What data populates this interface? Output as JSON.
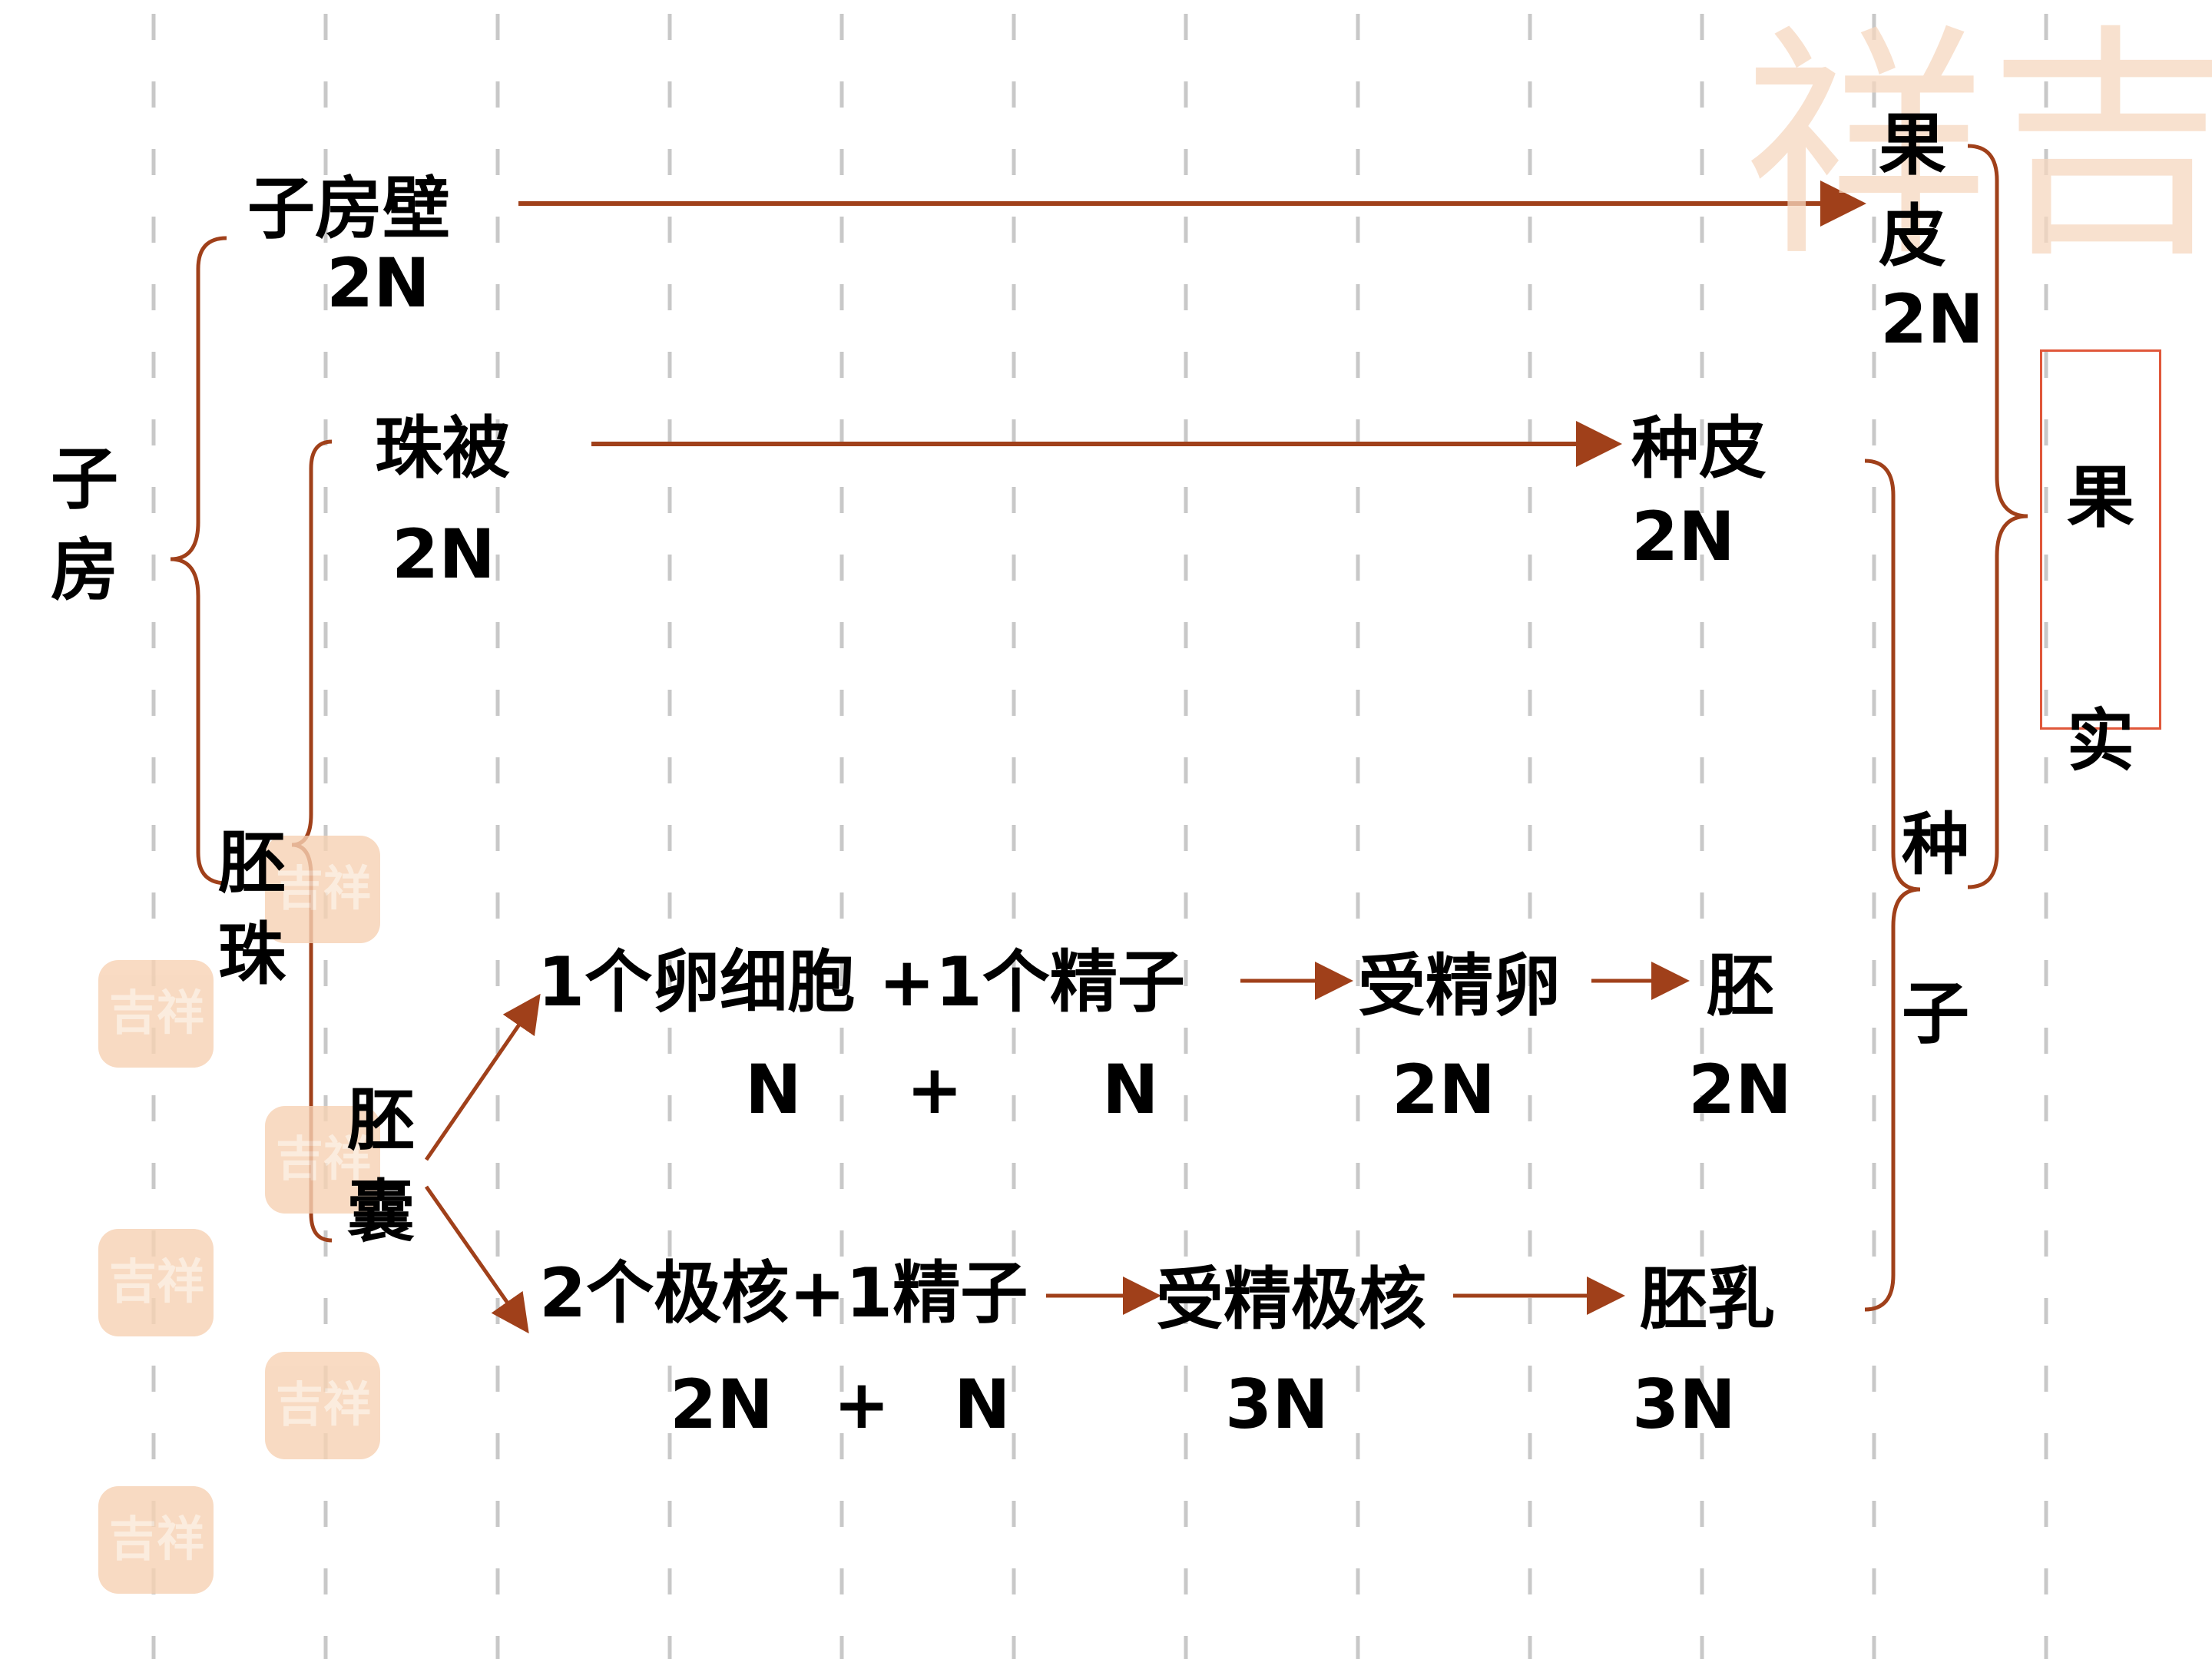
{
  "watermark": {
    "text": "吉祥"
  },
  "stamps": [
    {
      "text": "吉祥"
    },
    {
      "text": "吉祥"
    },
    {
      "text": "吉祥"
    },
    {
      "text": "吉祥"
    },
    {
      "text": "吉祥"
    },
    {
      "text": "吉祥"
    }
  ],
  "colors": {
    "arrow": "#a0401a",
    "brace": "#a0401a",
    "grid": "#c8c8c8",
    "box": "#e0573a"
  },
  "labels": {
    "ovary": "子房",
    "ovary_wall": "子房壁",
    "ovary_wall_ploidy": "2N",
    "integument": "珠被",
    "integument_ploidy": "2N",
    "ovule": "胚珠",
    "embryo_sac": "胚囊",
    "pericarp": "果皮",
    "pericarp_ploidy": "2N",
    "seed_coat": "种皮",
    "seed_coat_ploidy": "2N",
    "seed": "种子",
    "fruit": "果实",
    "egg_eq": "1个卵细胞 +1个精子",
    "egg_ploidy_a": "N",
    "egg_plus": "+",
    "egg_ploidy_b": "N",
    "zygote": "受精卵",
    "zygote_ploidy": "2N",
    "embryo": "胚",
    "embryo_ploidy": "2N",
    "polar_eq": "2个极核+1精子",
    "polar_ploidy_a": "2N",
    "polar_plus": "+",
    "polar_ploidy_b": "N",
    "fertilized_polar": "受精极核",
    "fertilized_polar_ploidy": "3N",
    "endosperm": "胚乳",
    "endosperm_ploidy": "3N"
  }
}
